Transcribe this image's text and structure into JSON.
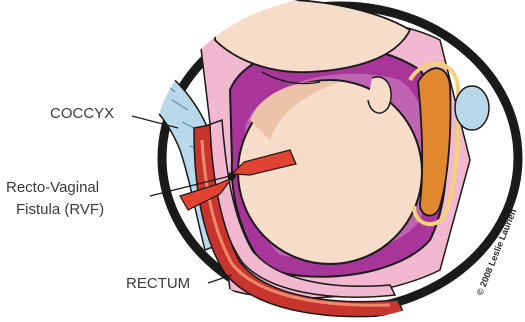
{
  "labels": {
    "coccyx": "COCCYX",
    "rvf_line1": "Recto-Vaginal",
    "rvf_line2": "Fistula (RVF)",
    "rectum": "RECTUM"
  },
  "credit": "© 2008 Leslie Laurien",
  "colors": {
    "outline": "#1a1a1a",
    "skin": "#f6dcc9",
    "skin_shadow": "#ecc3a8",
    "uterus": "#a8359a",
    "uterus_light": "#d08ac8",
    "pink_tissue": "#f2b8cf",
    "rectum_red": "#c8342e",
    "rectum_inner": "#ee8a6a",
    "bladder_orange": "#e0872f",
    "bladder_yellow": "#f4d27a",
    "blue_water": "#b9d9ea",
    "arrow_red": "#e0432f"
  }
}
